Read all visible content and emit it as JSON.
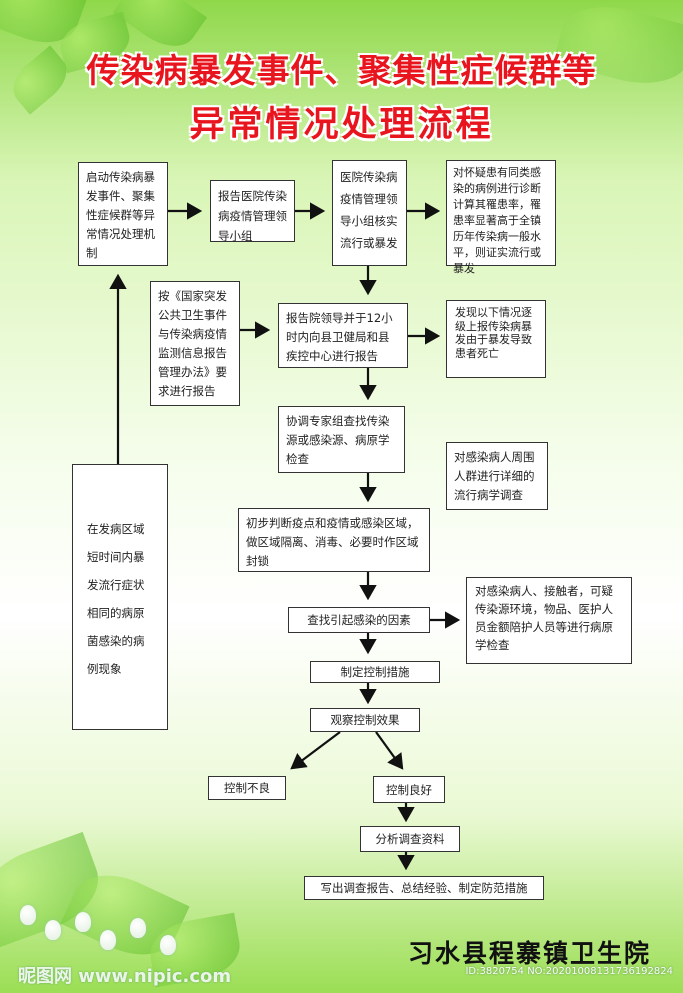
{
  "title": {
    "line1": "传染病暴发事件、聚集性症候群等",
    "line2": "异常情况处理流程"
  },
  "nodes": {
    "start_mechanism": "启动传染病暴发事件、聚集性症候群等异常情况处理机制",
    "report_leader_group": "报告医院传染病疫情管理领导小组",
    "leader_verify": "医院传染病疫情管理领导小组核实流行或暴发",
    "diagnose_calc": "对怀疑患有同类感染的病例进行诊断计算其罹患率，罹患率显著高于全镇历年传染病一般水平，则证实流行或暴发",
    "regulation_basis": "按《国家突发公共卫生事件与传染病疫情监测信息报告管理办法》要求进行报告",
    "report_county": "报告院领导并于12小时内向县卫健局和县疾控中心进行报告",
    "report_conditions": "发现以下情况逐级上报传染病暴发由于暴发导致患者死亡",
    "expert_coordination": "协调专家组查找传染源或感染源、病原学检查",
    "epidemiology_survey": "对感染病人周围人群进行详细的流行病学调查",
    "outbreak_phenomenon": "在发病区域短时间内暴发流行症状相同的病原菌感染的病例现象",
    "preliminary_judgment": "初步判断疫点和疫情或感染区域，做区域隔离、消毒、必要时作区域封锁",
    "find_factors": "查找引起感染的因素",
    "pathogen_check": "对感染病人、接触者，可疑传染源环境，物品、医护人员金额陪护人员等进行病原学检查",
    "control_measures": "制定控制措施",
    "observe_effect": "观察控制效果",
    "control_poor": "控制不良",
    "control_good": "控制良好",
    "analyze_data": "分析调查资料",
    "write_report": "写出调查报告、总结经验、制定防范措施"
  },
  "footer": {
    "institution": "习水县程寨镇卫生院"
  },
  "watermark": {
    "site": "昵图网 www.nipic.com",
    "id": "ID:3820754 NO:20201008131736192824"
  },
  "colors": {
    "title_red": "#e8141e",
    "background_green": "#8fd84a",
    "box_border": "#333333",
    "arrow": "#111111"
  }
}
